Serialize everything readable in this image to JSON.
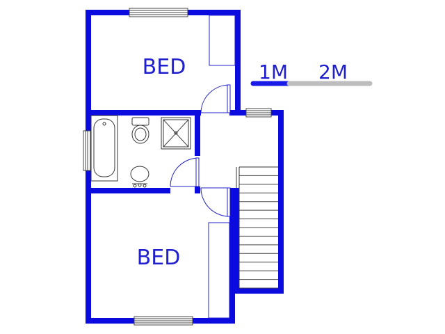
{
  "plan": {
    "rooms": [
      {
        "name": "upper-bedroom",
        "label": "BED"
      },
      {
        "name": "lower-bedroom",
        "label": "BED"
      }
    ],
    "scale_bar": {
      "label_1": "1M",
      "label_2": "2M",
      "color_first": "#1a1ae6",
      "color_second": "#bdbdbd"
    },
    "colors": {
      "wall": "#0b0be0",
      "fixture_line": "#333333",
      "door_line": "#2020c8",
      "label": "#1f1fd0"
    }
  }
}
